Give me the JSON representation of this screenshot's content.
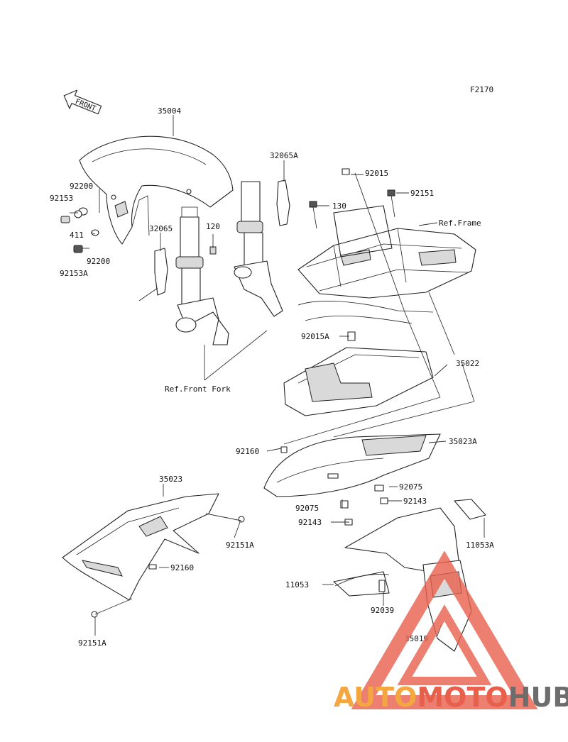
{
  "diagram": {
    "figure_code": "F2170",
    "front_arrow_label": "FRONT",
    "labels": {
      "p35004": "35004",
      "p32065A": "32065A",
      "p92015": "92015",
      "p92151": "92151",
      "p130": "130",
      "ref_frame": "Ref.Frame",
      "p92200a": "92200",
      "p92153": "92153",
      "p411": "411",
      "p92200b": "92200",
      "p92153A": "92153A",
      "p32065": "32065",
      "p120": "120",
      "p92015A": "92015A",
      "p35022": "35022",
      "ref_front_fork": "Ref.Front Fork",
      "p92160a": "92160",
      "p35023A": "35023A",
      "p35023": "35023",
      "p92075a": "92075",
      "p92075b": "92075",
      "p92143a": "92143",
      "p92143b": "92143",
      "p92151A_a": "92151A",
      "p11053A": "11053A",
      "p92160b": "92160",
      "p11053": "11053",
      "p92039": "92039",
      "p35019": "35019",
      "p92151A_b": "92151A"
    }
  },
  "watermark": {
    "part1": "AUTO",
    "part2": "MOTO",
    "part3": "HUB",
    "color_orange": "#f4a640",
    "color_red": "#e8604c",
    "color_gray": "#6d6d6d"
  }
}
